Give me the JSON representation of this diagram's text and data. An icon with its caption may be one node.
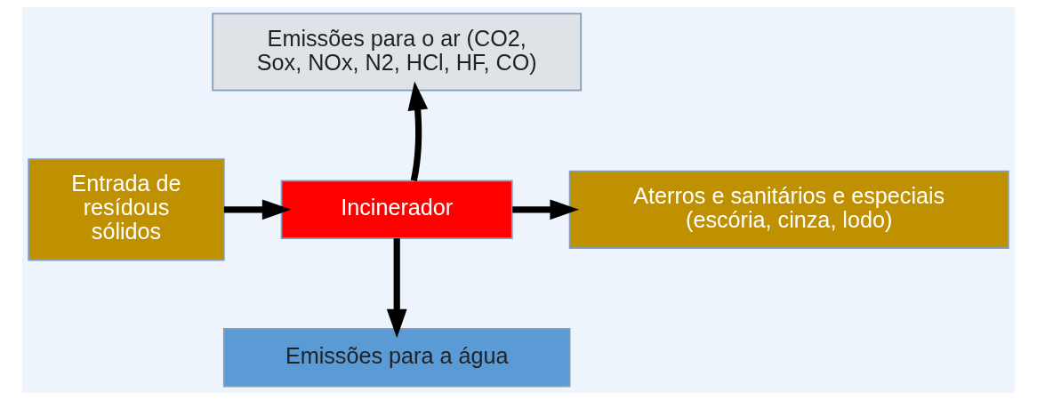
{
  "diagram": {
    "nodes": [
      {
        "text": [
          "Emissões para o ar (CO2, Sox, NOx, N2, HCl, HF, CO)"
        ]
      },
      {
        "text": [
          "Entrada de resídous sólidos"
        ]
      },
      {
        "text": [
          "Incinerador"
        ]
      },
      {
        "text": [
          "Aterros e sanitários e especiais (escória, cinza, lodo)"
        ]
      },
      {
        "text": [
          "Emissões para a água"
        ]
      }
    ],
    "edges": [
      {
        "from": 1,
        "to": 2,
        "arrow": "to"
      },
      {
        "from": 2,
        "to": 0,
        "arrow": "to"
      },
      {
        "from": 2,
        "to": 3,
        "arrow": "to"
      },
      {
        "from": 2,
        "to": 4,
        "arrow": "to"
      }
    ]
  }
}
